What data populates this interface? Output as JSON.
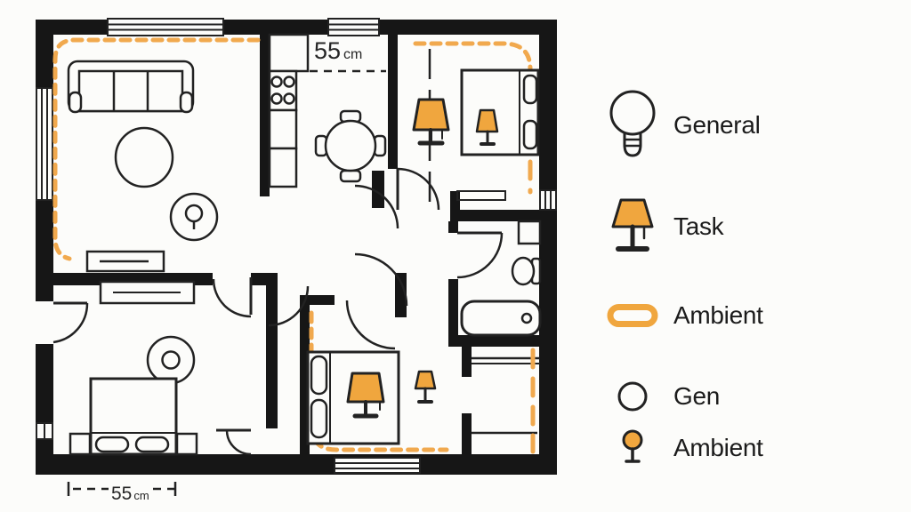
{
  "palette": {
    "background": "#FCFCFA",
    "wall": "#161616",
    "ink": "#222222",
    "accent": "#F0A63E",
    "accent_line": "#F1A94E"
  },
  "legend": {
    "items": [
      {
        "icon": "bulb-icon",
        "label": "General"
      },
      {
        "icon": "table-lamp-icon",
        "label": "Task"
      },
      {
        "icon": "pill-outline-icon",
        "label": "Ambient"
      },
      {
        "icon": "circle-outline-icon",
        "label": "Gen"
      },
      {
        "icon": "pin-lamp-icon",
        "label": "Ambient"
      }
    ]
  },
  "dimensions": {
    "kitchen_clearance": {
      "value": "55",
      "unit": "cm"
    },
    "scale_bar": {
      "value": "55",
      "unit": "cm"
    }
  },
  "floor_plan": {
    "symbols": {
      "ambient_strip": "orange-dashed-line",
      "task_lamp": "orange-table-lamp",
      "general_light": "circle-ceiling-fixture"
    },
    "rooms": [
      {
        "name": "living-room",
        "features": [
          "sofa",
          "round-rug",
          "floor-lamp",
          "tv-console",
          "ambient-strip",
          "windows"
        ]
      },
      {
        "name": "kitchen-dining",
        "features": [
          "counter",
          "stove-4-burners",
          "round-table-4-chairs",
          "clearance-55cm"
        ]
      },
      {
        "name": "bedroom-top-right",
        "features": [
          "double-bed",
          "task-lamp",
          "bedside-lamp",
          "ambient-strip",
          "wardrobe"
        ]
      },
      {
        "name": "bedroom-bottom-left",
        "features": [
          "dresser",
          "ceiling-light",
          "double-bed",
          "nightstands"
        ]
      },
      {
        "name": "bedroom-bottom-middle",
        "features": [
          "double-bed",
          "task-lamp",
          "bedside-lamp",
          "ambient-strip"
        ]
      },
      {
        "name": "bathroom",
        "features": [
          "bathtub",
          "toilet",
          "shelf"
        ]
      },
      {
        "name": "closet",
        "features": [
          "shelves",
          "ambient-strip"
        ]
      }
    ]
  }
}
